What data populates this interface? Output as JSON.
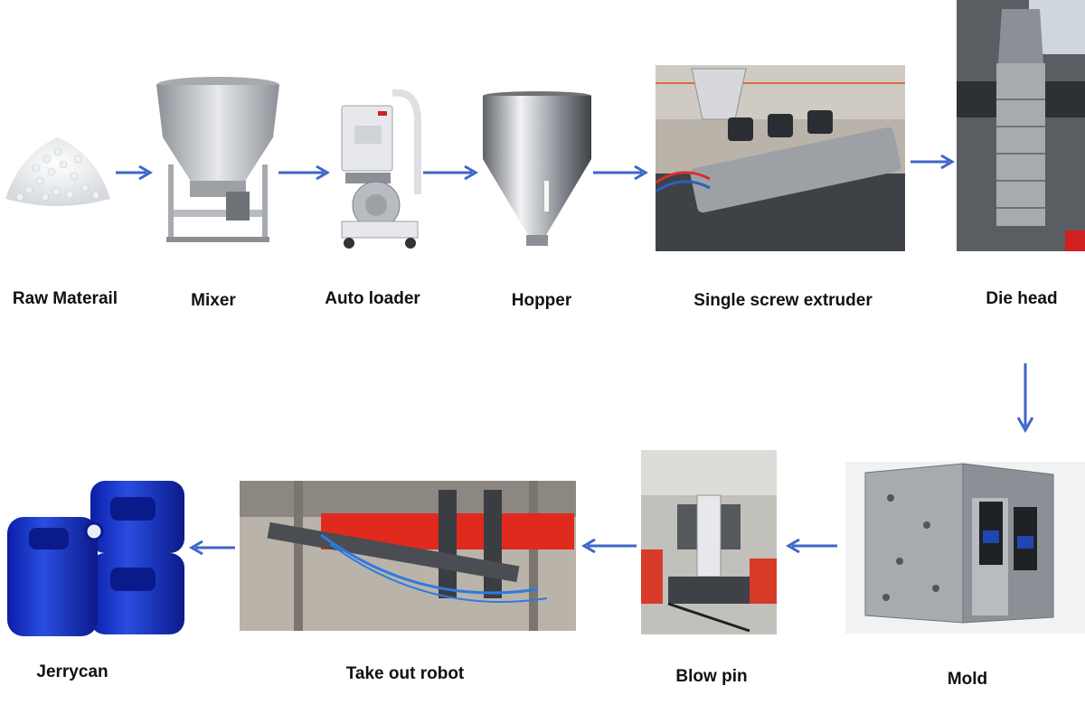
{
  "colors": {
    "arrow": "#3f66c8",
    "steel": "#c9ccd0",
    "steel_dark": "#8c9096",
    "red": "#e02a1e",
    "jerrycan_blue": "#1430c8",
    "factory_bg": "#b9b3aa"
  },
  "flow": {
    "steps": [
      {
        "id": "raw",
        "label": "Raw Materail",
        "icon": "plastic-pellets-icon"
      },
      {
        "id": "mixer",
        "label": "Mixer",
        "icon": "mixer-icon"
      },
      {
        "id": "loader",
        "label": "Auto loader",
        "icon": "auto-loader-icon"
      },
      {
        "id": "hopper",
        "label": "Hopper",
        "icon": "hopper-icon"
      },
      {
        "id": "extruder",
        "label": "Single screw extruder",
        "icon": "extruder-icon"
      },
      {
        "id": "diehead",
        "label": "Die head",
        "icon": "die-head-icon"
      },
      {
        "id": "mold",
        "label": "Mold",
        "icon": "mold-icon"
      },
      {
        "id": "blowpin",
        "label": "Blow pin",
        "icon": "blow-pin-icon"
      },
      {
        "id": "robot",
        "label": "Take out robot",
        "icon": "robot-icon"
      },
      {
        "id": "jerrycan",
        "label": "Jerrycan",
        "icon": "jerrycan-icon"
      }
    ]
  }
}
